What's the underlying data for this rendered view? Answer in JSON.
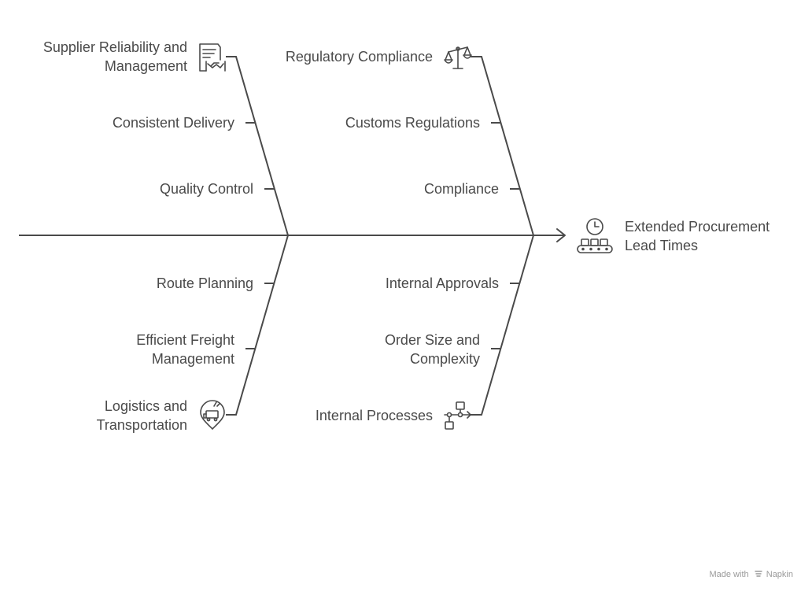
{
  "effect": {
    "line1": "Extended Procurement",
    "line2": "Lead Times",
    "icon": "conveyor-clock-icon"
  },
  "categories": [
    {
      "title_line1": "Supplier Reliability and",
      "title_line2": "Management",
      "icon": "contract-handshake-icon",
      "causes": [
        "Consistent Delivery",
        "Quality Control"
      ]
    },
    {
      "title_line1": "Regulatory Compliance",
      "icon": "balance-scale-icon",
      "causes": [
        "Customs Regulations",
        "Compliance"
      ]
    },
    {
      "title_line1": "Logistics and",
      "title_line2": "Transportation",
      "icon": "truck-location-icon",
      "causes": [
        "Route Planning"
      ],
      "cause_multi": {
        "line1": "Efficient Freight",
        "line2": "Management"
      }
    },
    {
      "title_line1": "Internal Processes",
      "icon": "process-flow-icon",
      "causes": [
        "Internal Approvals"
      ],
      "cause_multi": {
        "line1": "Order Size and",
        "line2": "Complexity"
      }
    }
  ],
  "watermark": {
    "prefix": "Made with",
    "brand": "Napkin"
  },
  "colors": {
    "line": "#4a4a4a",
    "text": "#4a4a4a",
    "watermark": "#9a9a9a"
  }
}
